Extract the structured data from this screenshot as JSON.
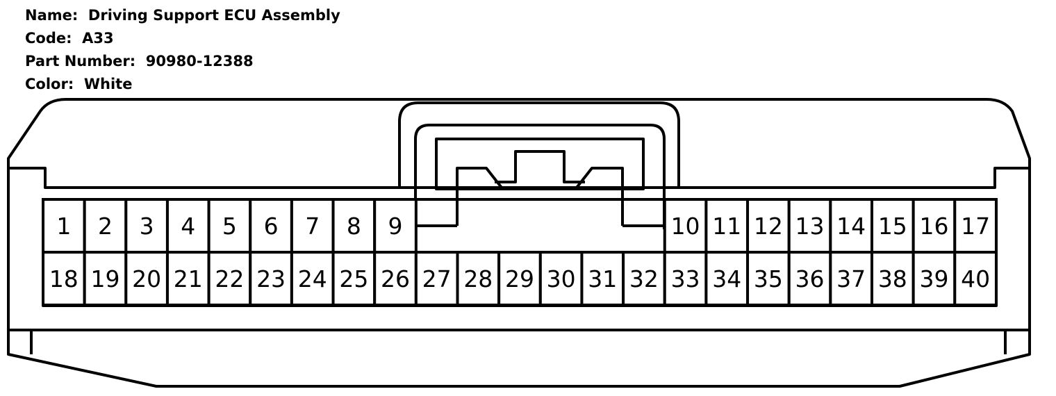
{
  "header": {
    "name_label": "Name:",
    "name_value": "Driving Support ECU Assembly",
    "code_label": "Code:",
    "code_value": "A33",
    "part_label": "Part Number:",
    "part_value": "90980-12388",
    "color_label": "Color:",
    "color_value": "White"
  },
  "connector": {
    "top_row": [
      "1",
      "2",
      "3",
      "4",
      "5",
      "6",
      "7",
      "8",
      "9",
      "10",
      "11",
      "12",
      "13",
      "14",
      "15",
      "16",
      "17"
    ],
    "bottom_row": [
      "18",
      "19",
      "20",
      "21",
      "22",
      "23",
      "24",
      "25",
      "26",
      "27",
      "28",
      "29",
      "30",
      "31",
      "32",
      "33",
      "34",
      "35",
      "36",
      "37",
      "38",
      "39",
      "40"
    ]
  }
}
